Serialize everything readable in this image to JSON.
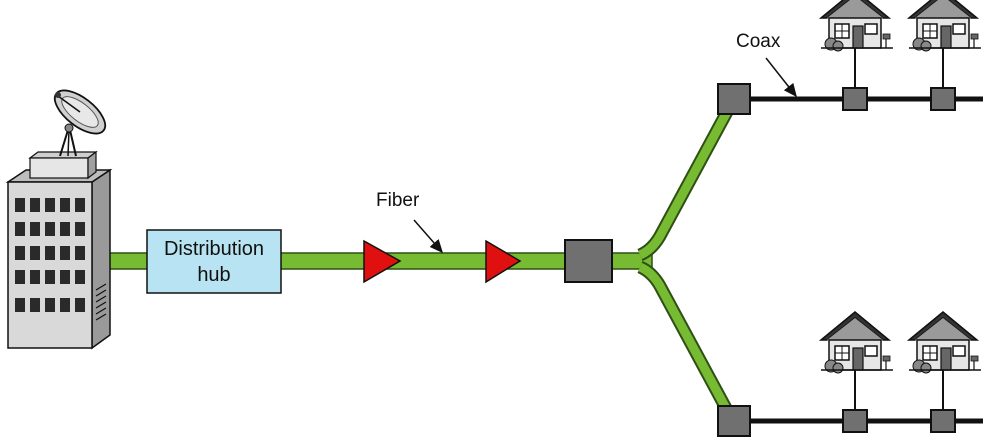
{
  "labels": {
    "hub_line1": "Distribution",
    "hub_line2": "hub",
    "fiber": "Fiber",
    "coax": "Coax"
  },
  "colors": {
    "fiber": "#77bb33",
    "fiber_edge": "#2f4f14",
    "coax": "#111111",
    "node": "#707070",
    "amplifier": "#e01010",
    "hub_fill": "#b7e3f2",
    "building": "#d9d9d9",
    "window": "#2a2a2a"
  },
  "icons": [
    "satellite-dish-icon",
    "headend-building-icon",
    "amplifier-icon",
    "house-icon"
  ]
}
